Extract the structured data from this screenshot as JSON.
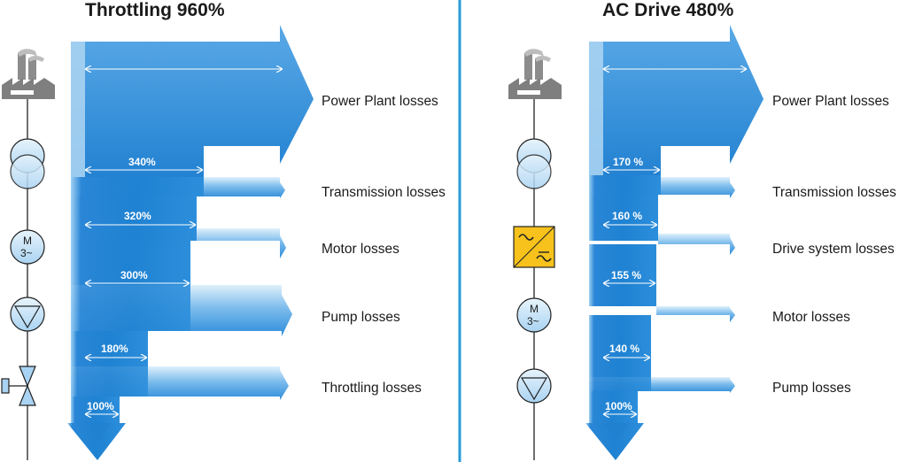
{
  "left": {
    "title": "Throttling 960%",
    "losses": [
      "Power Plant losses",
      "Transmission losses",
      "Motor losses",
      "Pump losses",
      "Throttling losses"
    ],
    "percentages": [
      "340%",
      "320%",
      "300%",
      "180%",
      "100%"
    ]
  },
  "right": {
    "title": "AC Drive 480%",
    "losses": [
      "Power Plant losses",
      "Transmission losses",
      "Drive system losses",
      "Motor losses",
      "Pump losses"
    ],
    "percentages": [
      "170 %",
      "160 %",
      "155 %",
      "140 %",
      "100%"
    ]
  },
  "symbols": {
    "motor_label_top": "M",
    "motor_label_bottom": "3~"
  },
  "icons": [
    "factory-icon",
    "transformer-icon",
    "motor-icon",
    "pump-icon",
    "throttle-valve-icon",
    "drive-converter-icon"
  ],
  "colors": {
    "flow_light": "#a9d3f2",
    "flow_mid": "#3f98de",
    "flow_dark": "#1f7fcf",
    "divider": "#2a9ad6",
    "drive_box": "#f6c21b"
  }
}
